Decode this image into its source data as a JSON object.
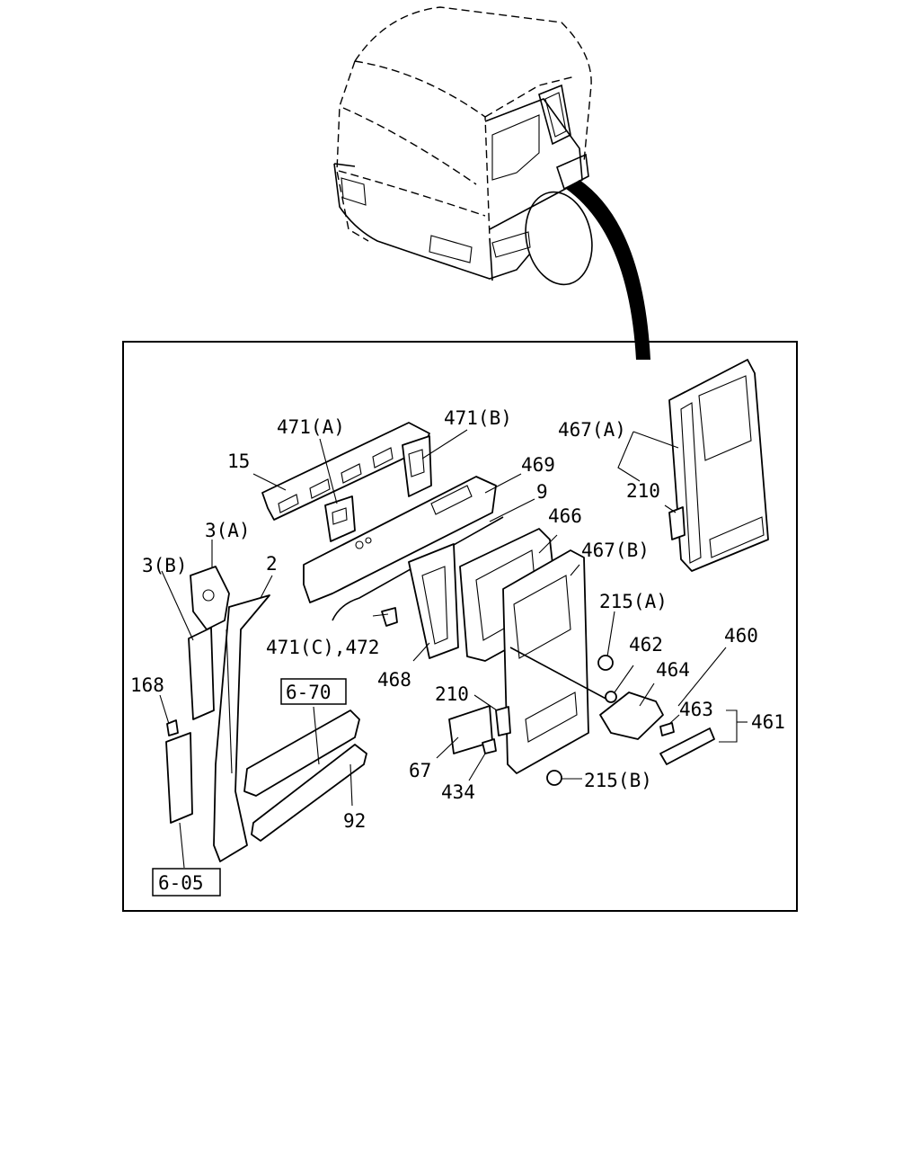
{
  "diagram": {
    "labels": {
      "p15": "15",
      "p471a": "471(A)",
      "p471b": "471(B)",
      "p469": "469",
      "p9": "9",
      "p466": "466",
      "p467a": "467(A)",
      "p210a": "210",
      "p467b": "467(B)",
      "p3a": "3(A)",
      "p3b": "3(B)",
      "p2": "2",
      "p471c": "471(C),472",
      "p468": "468",
      "p215a": "215(A)",
      "p462": "462",
      "p460": "460",
      "p464": "464",
      "p463": "463",
      "p461": "461",
      "p168": "168",
      "p210b": "210",
      "p67": "67",
      "p434": "434",
      "p215b": "215(B)",
      "p92": "92"
    },
    "refs": {
      "r670": "6-70",
      "r605": "6-05"
    }
  }
}
